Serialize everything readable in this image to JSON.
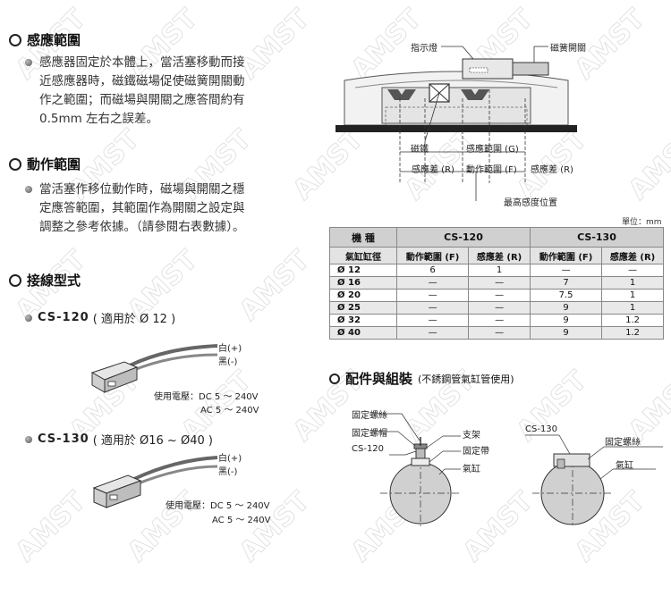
{
  "watermark": "AMST",
  "sensing_range": {
    "title": "感應範圍",
    "lines": [
      "感應器固定於本體上，當活塞移動而接",
      "近感應器時，磁鐵磁場促使磁簧開關動",
      "作之範圍；而磁場與開關之應答間約有",
      "0.5mm 左右之誤差。"
    ]
  },
  "operating_range": {
    "title": "動作範圍",
    "lines": [
      "當活塞作移位動作時，磁場與開關之穩",
      "定應答範圍，其範圍作為開關之設定與",
      "調整之參考依據。（請參閱右表數據）。"
    ]
  },
  "wiring": {
    "title": "接線型式",
    "cs120": {
      "model": "CS-120",
      "applies": "( 適用於 Ø 12 )",
      "wire_white": "白(+)",
      "wire_black": "黑(-)",
      "voltage_label": "使用電壓：DC 5 ～ 240V",
      "voltage_ac": "AC 5 ～ 240V"
    },
    "cs130": {
      "model": "CS-130",
      "applies": "( 適用於 Ø16 ~ Ø40 )",
      "wire_white": "白(+)",
      "wire_black": "黑(-)",
      "voltage_label": "使用電壓：DC 5 ～ 240V",
      "voltage_ac": "AC 5 ～ 240V"
    }
  },
  "diagram": {
    "indicator_light": "指示燈",
    "reed_switch": "磁簧開關",
    "magnet": "磁鐵",
    "sensing_range_g": "感應範圍 (G)",
    "sensing_diff_left": "感應差 (R)",
    "operating_range_f": "動作範圍 (F)",
    "sensing_diff_right": "感應差 (R)",
    "max_sensing_pos": "最高感度位置"
  },
  "table": {
    "unit": "單位：mm",
    "col_model": "機 種",
    "col_bore": "氣缸缸徑",
    "models": [
      "CS-120",
      "CS-130"
    ],
    "subheaders": [
      "動作範圍 (F)",
      "感應差 (R)",
      "動作範圍 (F)",
      "感應差 (R)"
    ],
    "rows": [
      {
        "bore": "Ø 12",
        "f1": "6",
        "r1": "1",
        "f2": "—",
        "r2": "—"
      },
      {
        "bore": "Ø 16",
        "f1": "—",
        "r1": "—",
        "f2": "7",
        "r2": "1"
      },
      {
        "bore": "Ø 20",
        "f1": "—",
        "r1": "—",
        "f2": "7.5",
        "r2": "1"
      },
      {
        "bore": "Ø 25",
        "f1": "—",
        "r1": "—",
        "f2": "9",
        "r2": "1"
      },
      {
        "bore": "Ø 32",
        "f1": "—",
        "r1": "—",
        "f2": "9",
        "r2": "1.2"
      },
      {
        "bore": "Ø 40",
        "f1": "—",
        "r1": "—",
        "f2": "9",
        "r2": "1.2"
      }
    ]
  },
  "accessories": {
    "title": "配件與組裝",
    "subtitle": "(不銹鋼管氣缸管使用)",
    "left": {
      "fix_screw": "固定螺絲",
      "fix_nut": "固定螺帽",
      "model": "CS-120",
      "bracket": "支架",
      "band": "固定帶",
      "cylinder": "氣缸"
    },
    "right": {
      "model": "CS-130",
      "fix_screw": "固定螺絲",
      "cylinder": "氣缸"
    }
  }
}
